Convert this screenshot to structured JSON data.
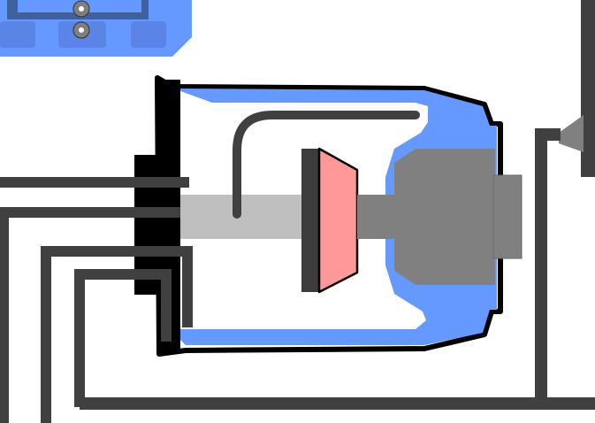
{
  "diagram": {
    "parts": [
      "gear-icon",
      "glass-bulb",
      "base-pins",
      "filament-support-wire",
      "anode-plate",
      "cathode-plate",
      "target-block",
      "output-window",
      "lead-wires"
    ]
  },
  "colors": {
    "background": "#ffffff",
    "wire": "#404040",
    "outline": "#000000",
    "housing_blue": "#6699ff",
    "housing_blue_dark": "#3355aa",
    "gear": "#7f7f7f",
    "beam": "#bfbfbf",
    "anode_dark": "#3c3c3c",
    "cathode_pink": "#ff9999",
    "target_gray": "#808080",
    "inner_white": "#ffffff"
  }
}
